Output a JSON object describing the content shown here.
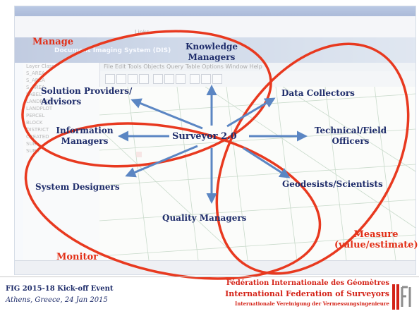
{
  "colors": {
    "ellipse": "#e8391f",
    "arrow": "#5b86c3",
    "label_navy": "#1f2d6b",
    "label_red": "#e23018",
    "federation_red": "#d42318"
  },
  "background": {
    "window_title": "",
    "browser_links": "Links",
    "app_title": "Document Imaging System (DIS)",
    "menu_items": "File   Edit   Tools   Objects   Query   Table   Options   Window   Help",
    "left_panel_rows": [
      "Layer Class",
      "S_AREA",
      "S_AREA",
      "S_AREA",
      "LABEL",
      "LANDPLOT",
      "LANDPLOT",
      "PERCEL",
      "BLOCK",
      "DISTRICT",
      "CREATED",
      "SUB",
      "SUBS"
    ]
  },
  "diagram": {
    "center": "Surveyor 2.0",
    "nodes": {
      "knowledge_managers": [
        "Knowledge",
        "Managers"
      ],
      "solution_providers": [
        "Solution Providers/",
        "Advisors"
      ],
      "data_collectors": "Data Collectors",
      "information_managers": [
        "Information",
        "Managers"
      ],
      "technical_field_officers": [
        "Technical/Field",
        "Officers"
      ],
      "system_designers": "System Designers",
      "geodesists_scientists": "Geodesists/Scientists",
      "quality_managers": "Quality Managers"
    },
    "groups": {
      "manage": "Manage",
      "monitor": "Monitor",
      "measure": [
        "Measure",
        "(value/estimate)"
      ]
    }
  },
  "footer": {
    "event": "FIG 2015-18 Kick-off Event",
    "place_date": "Athens, Greece, 24 Jan 2015",
    "federation_fr": "Fédération Internationale des Géomètres",
    "federation_en": "International Federation of Surveyors",
    "federation_de": "Internationale Vereinigung der Vermessungsingenieure"
  }
}
